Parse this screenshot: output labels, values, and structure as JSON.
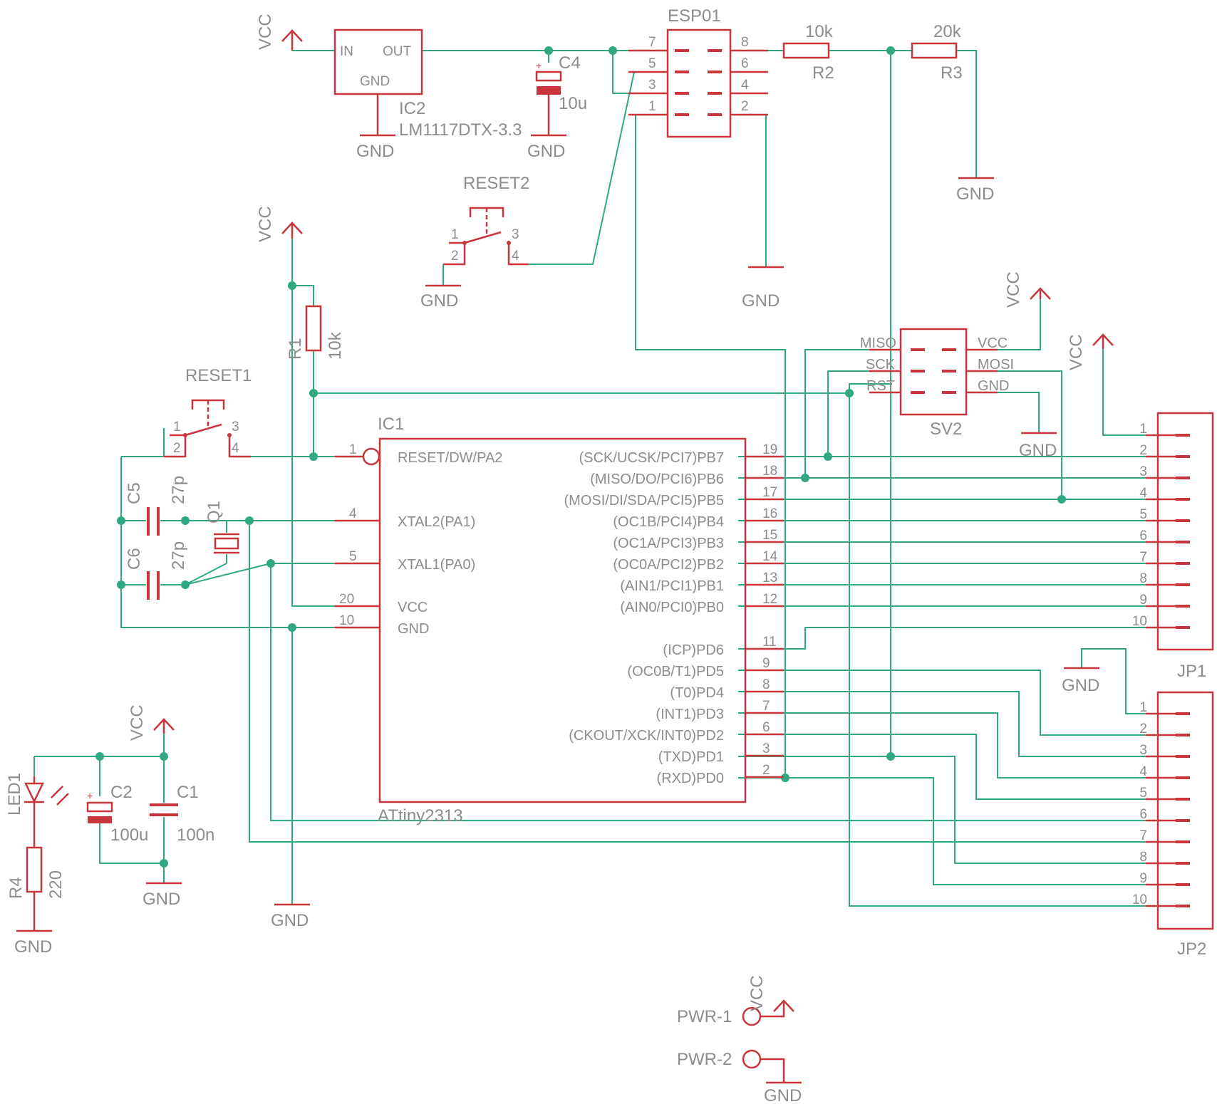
{
  "ic1": {
    "name": "IC1",
    "value": "ATtiny2313",
    "left_pins": [
      {
        "num": "1",
        "name": "RESET/DW/PA2"
      },
      {
        "num": "4",
        "name": "XTAL2(PA1)"
      },
      {
        "num": "5",
        "name": "XTAL1(PA0)"
      },
      {
        "num": "20",
        "name": "VCC"
      },
      {
        "num": "10",
        "name": "GND"
      }
    ],
    "right_pins": [
      {
        "num": "19",
        "name": "(SCK/UCSK/PCI7)PB7"
      },
      {
        "num": "18",
        "name": "(MISO/DO/PCI6)PB6"
      },
      {
        "num": "17",
        "name": "(MOSI/DI/SDA/PCI5)PB5"
      },
      {
        "num": "16",
        "name": "(OC1B/PCI4)PB4"
      },
      {
        "num": "15",
        "name": "(OC1A/PCI3)PB3"
      },
      {
        "num": "14",
        "name": "(OC0A/PCI2)PB2"
      },
      {
        "num": "13",
        "name": "(AIN1/PCI1)PB1"
      },
      {
        "num": "12",
        "name": "(AIN0/PCI0)PB0"
      },
      {
        "num": "11",
        "name": "(ICP)PD6"
      },
      {
        "num": "9",
        "name": "(OC0B/T1)PD5"
      },
      {
        "num": "8",
        "name": "(T0)PD4"
      },
      {
        "num": "7",
        "name": "(INT1)PD3"
      },
      {
        "num": "6",
        "name": "(CKOUT/XCK/INT0)PD2"
      },
      {
        "num": "3",
        "name": "(TXD)PD1"
      },
      {
        "num": "2",
        "name": "(RXD)PD0"
      }
    ]
  },
  "ic2": {
    "name": "IC2",
    "value": "LM1117DTX-3.3",
    "pin_in": "IN",
    "pin_out": "OUT",
    "pin_gnd": "GND"
  },
  "esp01": {
    "name": "ESP01",
    "left_pins": [
      "7",
      "5",
      "3",
      "1"
    ],
    "right_pins": [
      "8",
      "6",
      "4",
      "2"
    ]
  },
  "sv2": {
    "name": "SV2",
    "left_labels": [
      "MISO",
      "SCK",
      "RST"
    ],
    "right_labels": [
      "VCC",
      "MOSI",
      "GND"
    ]
  },
  "jp1": {
    "name": "JP1",
    "pins": [
      "1",
      "2",
      "3",
      "4",
      "5",
      "6",
      "7",
      "8",
      "9",
      "10"
    ]
  },
  "jp2": {
    "name": "JP2",
    "pins": [
      "1",
      "2",
      "3",
      "4",
      "5",
      "6",
      "7",
      "8",
      "9",
      "10"
    ]
  },
  "resistors": {
    "r1": {
      "name": "R1",
      "value": "10k"
    },
    "r2": {
      "name": "R2",
      "value": "10k"
    },
    "r3": {
      "name": "R3",
      "value": "20k"
    },
    "r4": {
      "name": "R4",
      "value": "220"
    }
  },
  "capacitors": {
    "c1": {
      "name": "C1",
      "value": "100n"
    },
    "c2": {
      "name": "C2",
      "value": "100u"
    },
    "c4": {
      "name": "C4",
      "value": "10u"
    },
    "c5": {
      "name": "C5",
      "value": "27p"
    },
    "c6": {
      "name": "C6",
      "value": "27p"
    }
  },
  "crystal": {
    "name": "Q1"
  },
  "led": {
    "name": "LED1"
  },
  "switches": {
    "reset1": {
      "name": "RESET1",
      "pins": [
        "1",
        "2",
        "3",
        "4"
      ]
    },
    "reset2": {
      "name": "RESET2",
      "pins": [
        "1",
        "2",
        "3",
        "4"
      ]
    }
  },
  "power_pads": {
    "pwr1": "PWR-1",
    "pwr2": "PWR-2"
  },
  "supply": {
    "vcc": "VCC",
    "gnd": "GND"
  }
}
